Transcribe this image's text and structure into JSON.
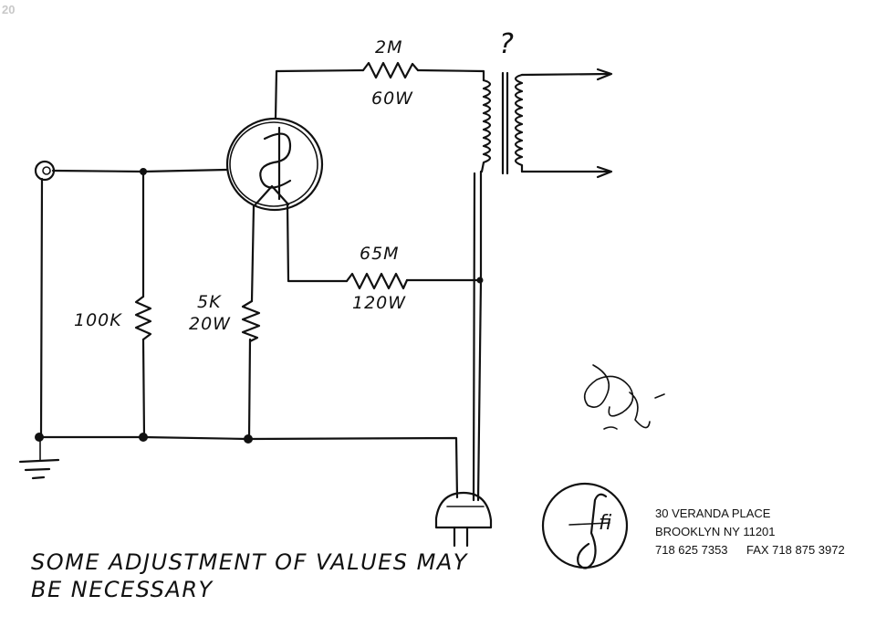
{
  "corner_mark": "20",
  "question_mark": "?",
  "components": {
    "r_top_value": "2M",
    "r_top_power": "60W",
    "r_mid_value": "65M",
    "r_mid_power": "120W",
    "r_left_value": "100K",
    "r_right_value": "5K",
    "r_right_power": "20W",
    "tube_symbol": "S"
  },
  "note": {
    "line1": "SOME ADJUSTMENT OF VALUES MAY",
    "line2": "BE NECESSARY"
  },
  "logo_letters": "fi",
  "address": {
    "line1": "30 VERANDA PLACE",
    "line2": "BROOKLYN  NY  11201",
    "phone": "718 625 7353",
    "fax": "FAX 718 875 3972"
  },
  "colors": {
    "ink": "#111111",
    "paper": "#ffffff",
    "corner_mark": "#c8c8c8"
  }
}
